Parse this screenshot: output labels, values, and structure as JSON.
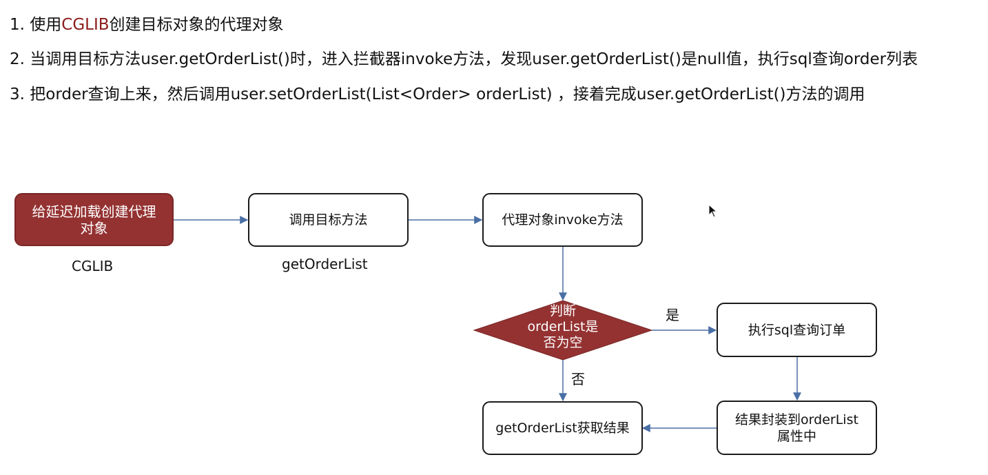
{
  "steps": [
    {
      "num": "1.",
      "pre": "使用",
      "highlight": "CGLIB",
      "post": "创建目标对象的代理对象"
    },
    {
      "text": "2. 当调用目标方法user.getOrderList()时，进入拦截器invoke方法，发现user.getOrderList()是null值，执行sql查询order列表"
    },
    {
      "text": "3. 把order查询上来，然后调用user.setOrderList(List<Order> orderList) ，接着完成user.getOrderList()方法的调用"
    }
  ],
  "nodes": {
    "start": {
      "line1": "给延迟加载创建代理",
      "line2": "对象",
      "caption": "CGLIB"
    },
    "call": {
      "label": "调用目标方法",
      "caption": "getOrderList"
    },
    "invoke": {
      "label": "代理对象invoke方法"
    },
    "decision": {
      "line1": "判断",
      "line2": "orderList是",
      "line3": "否为空"
    },
    "query": {
      "label": "执行sql查询订单"
    },
    "wrap": {
      "line1": "结果封装到orderList",
      "line2": "属性中"
    },
    "result": {
      "label": "getOrderList获取结果"
    }
  },
  "edges": {
    "yes_label": "是",
    "no_label": "否"
  },
  "colors": {
    "accent": "#8b1a1a",
    "start_fill": "#943232",
    "decision_fill": "#943232",
    "arrow": "#4a6fa5"
  },
  "cursor_icon": "mouse-pointer-icon"
}
